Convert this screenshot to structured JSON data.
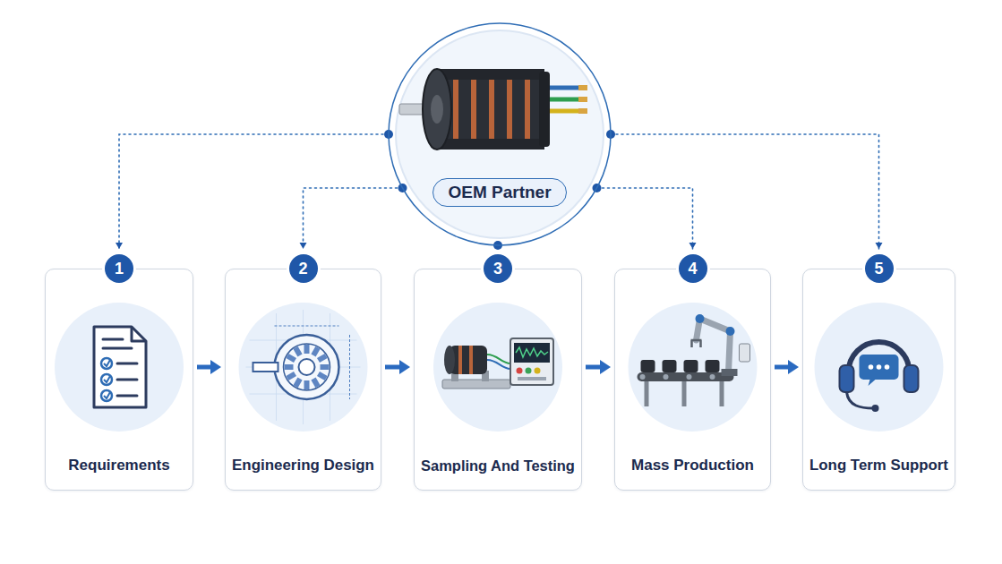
{
  "diagram": {
    "nodes": [
      {
        "text": [
          "OEM Partner"
        ]
      },
      {
        "text": [
          "1",
          "Requirements"
        ]
      },
      {
        "text": [
          "2",
          "Engineering Design"
        ]
      },
      {
        "text": [
          "3",
          "Sampling And Testing"
        ]
      },
      {
        "text": [
          "4",
          "Mass Production"
        ]
      },
      {
        "text": [
          "5",
          "Long Term Support"
        ]
      }
    ],
    "edges": [
      {
        "from": 0,
        "to": 1,
        "arrow": "to"
      },
      {
        "from": 0,
        "to": 2,
        "arrow": "to"
      },
      {
        "from": 0,
        "to": 3,
        "arrow": "to"
      },
      {
        "from": 0,
        "to": 4,
        "arrow": "to"
      },
      {
        "from": 0,
        "to": 5,
        "arrow": "to"
      },
      {
        "from": 1,
        "to": 2,
        "arrow": "to"
      },
      {
        "from": 2,
        "to": 3,
        "arrow": "to"
      },
      {
        "from": 3,
        "to": 4,
        "arrow": "to"
      },
      {
        "from": 4,
        "to": 5,
        "arrow": "to"
      }
    ]
  }
}
